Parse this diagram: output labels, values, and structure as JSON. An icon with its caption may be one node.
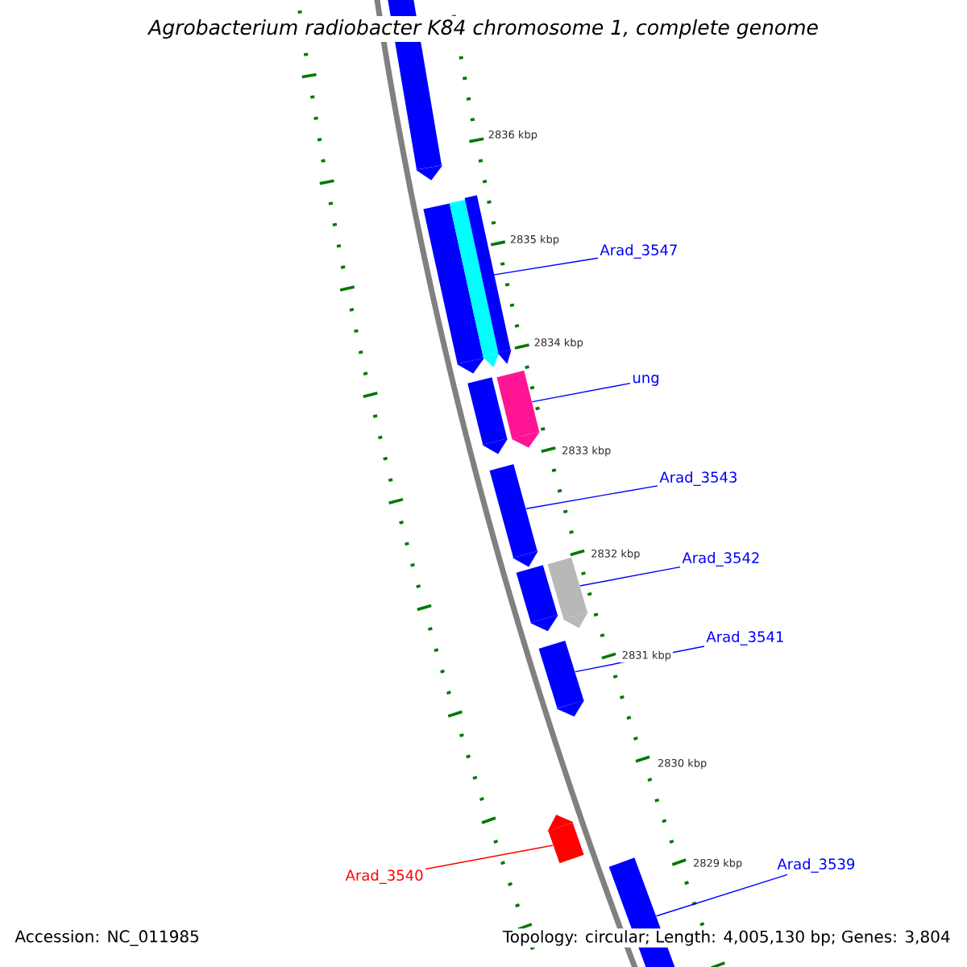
{
  "diagram": {
    "title": "Agrobacterium radiobacter K84 chromosome 1, complete genome",
    "nodes": [
      {
        "text": [],
        "shape": "bar"
      },
      {
        "text": [],
        "shape": "bar"
      },
      {
        "text": [],
        "shape": "bar"
      },
      {
        "text": [],
        "shape": "bar"
      },
      {
        "text": [],
        "shape": "bar"
      },
      {
        "text": [],
        "shape": "bar"
      },
      {
        "text": [],
        "shape": "bar"
      },
      {
        "text": [],
        "shape": "bar"
      },
      {
        "text": [],
        "shape": "bar"
      },
      {
        "text": [],
        "shape": "bar"
      },
      {
        "text": [],
        "shape": "bar"
      },
      {
        "text": [],
        "shape": "bar"
      },
      {
        "text": [
          "Arad_3547"
        ]
      },
      {
        "text": [
          "ung"
        ]
      },
      {
        "text": [
          "Arad_3543"
        ]
      },
      {
        "text": [
          "Arad_3542"
        ]
      },
      {
        "text": [
          "Arad_3541"
        ]
      },
      {
        "text": [
          "Arad_3540"
        ]
      },
      {
        "text": [
          "Arad_3539"
        ]
      }
    ],
    "edges": [
      {
        "from": 12,
        "to": 2,
        "arrow": "none"
      },
      {
        "from": 13,
        "to": 5,
        "arrow": "none"
      },
      {
        "from": 14,
        "to": 6,
        "arrow": "none"
      },
      {
        "from": 15,
        "to": 8,
        "arrow": "none"
      },
      {
        "from": 16,
        "to": 9,
        "arrow": "none"
      },
      {
        "from": 17,
        "to": 10,
        "arrow": "none",
        "color": "#ff0000"
      },
      {
        "from": 18,
        "to": 11,
        "arrow": "none"
      }
    ],
    "labels": [
      "2836 kbp",
      "2835 kbp",
      "2834 kbp",
      "2833 kbp",
      "2832 kbp",
      "2831 kbp",
      "2830 kbp",
      "2829 kbp",
      "Accession: NC_011985",
      "Topology: circular; Length: 4,005,130 bp; Genes: 3,804"
    ]
  }
}
